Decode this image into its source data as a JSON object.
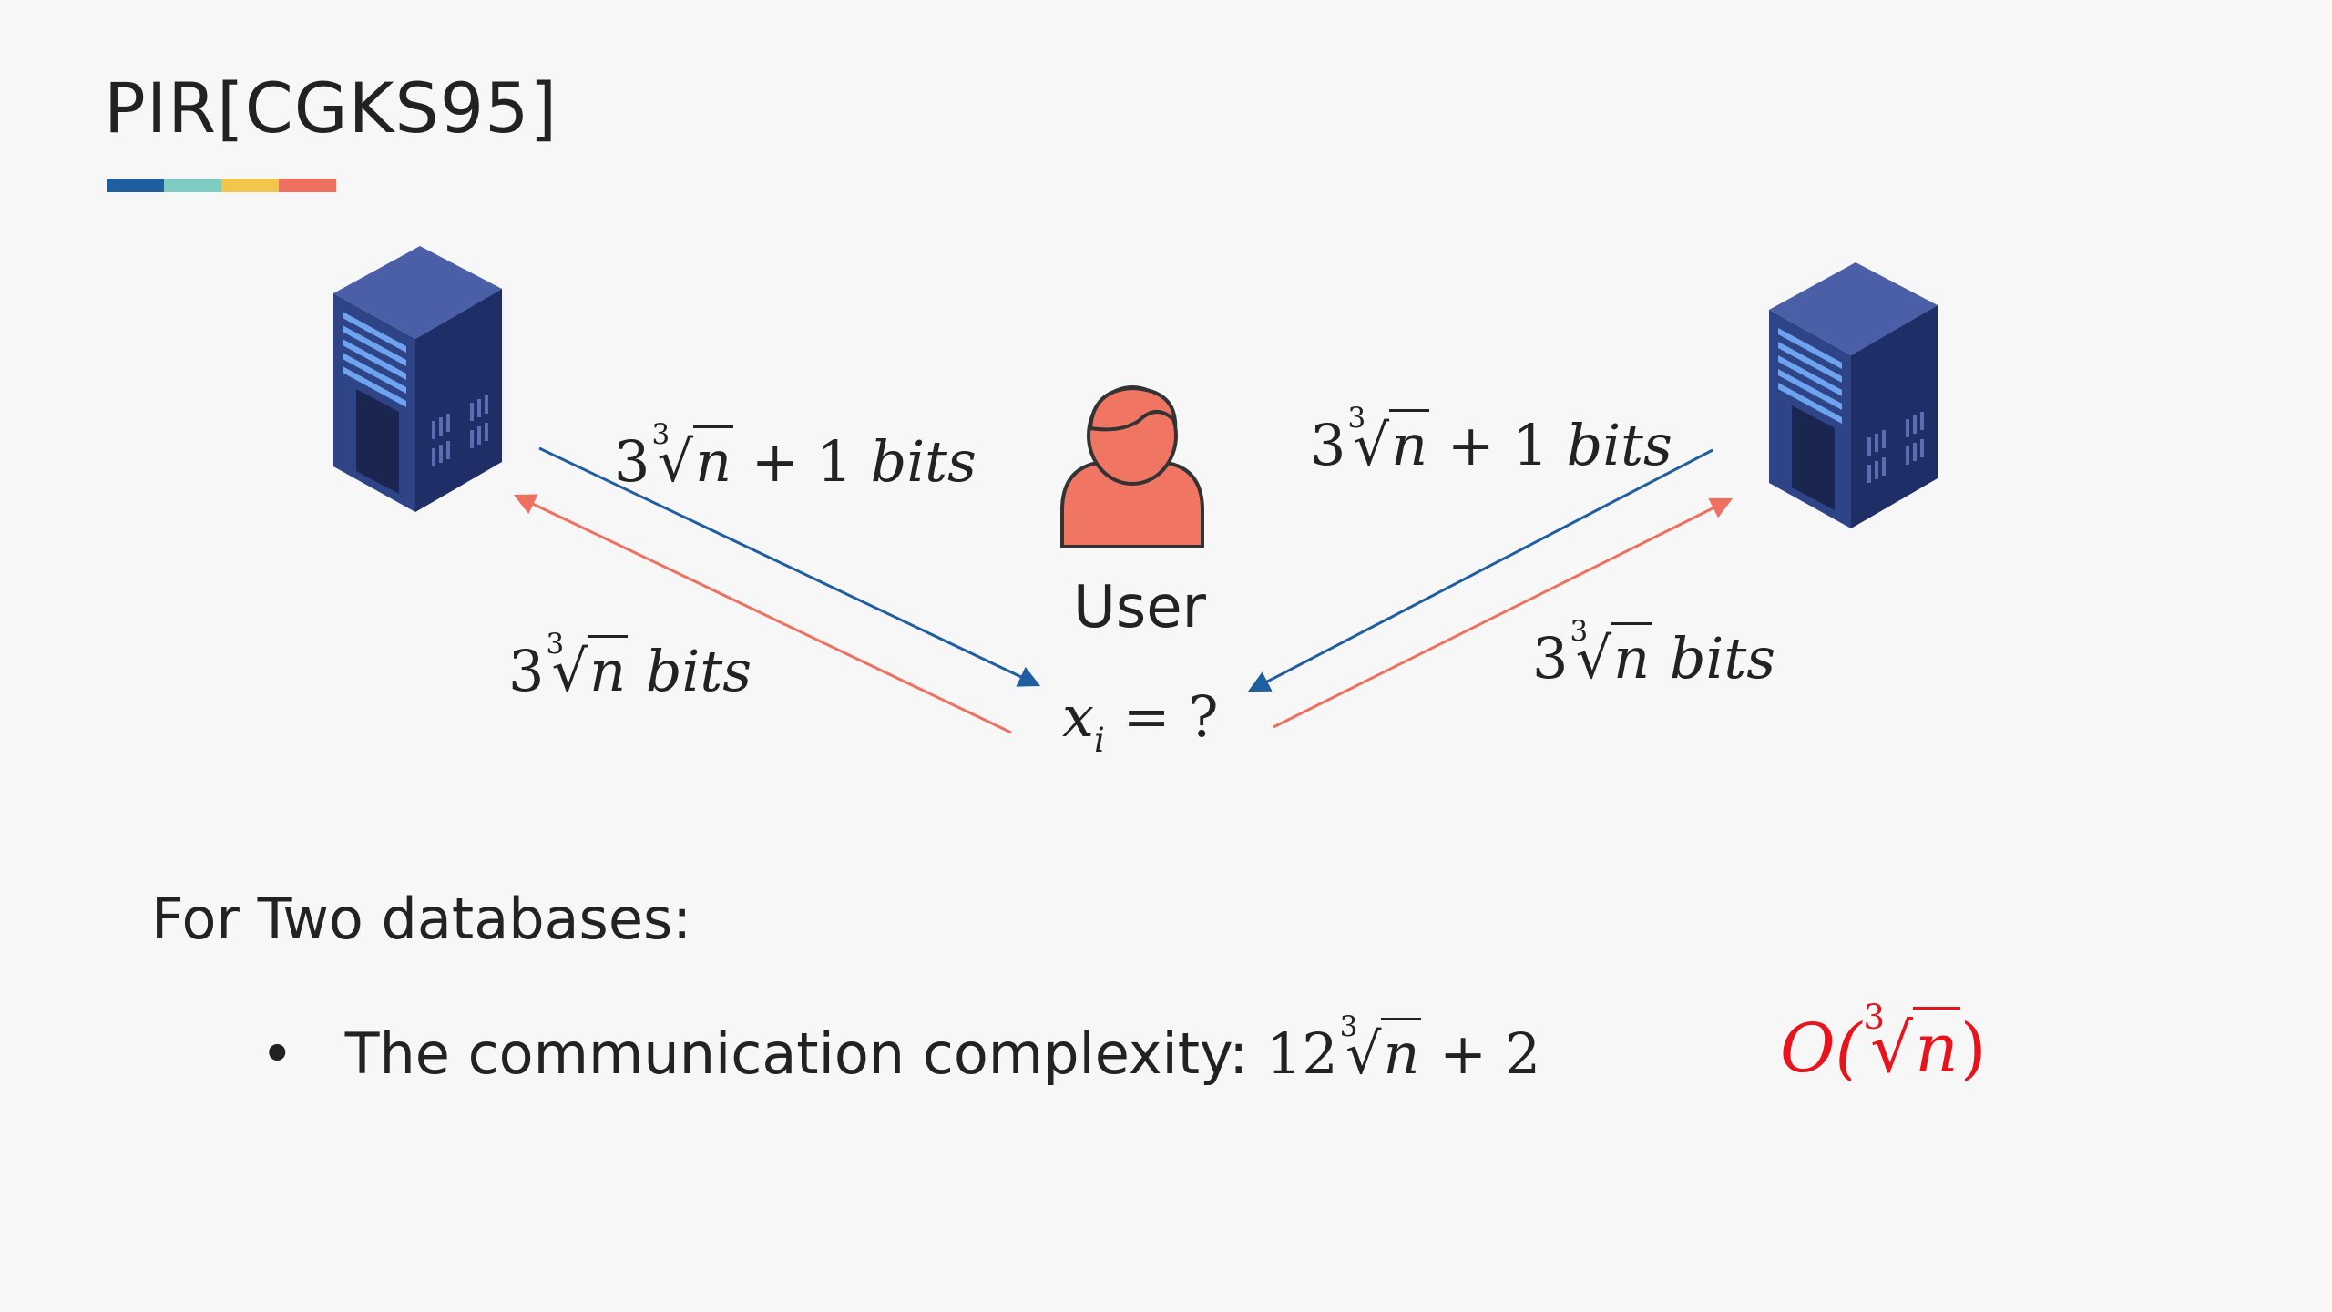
{
  "title": "PIR[CGKS95]",
  "accent_colors": [
    "#1f5fa0",
    "#7ecbc2",
    "#f2c64a",
    "#f0705f"
  ],
  "arrow_colors": {
    "query": "#1f5fa0",
    "answer": "#f0705f"
  },
  "user": {
    "label": "User",
    "icon": "user-icon",
    "icon_color": "#f07563"
  },
  "servers": [
    {
      "icon": "server-icon"
    },
    {
      "icon": "server-icon"
    }
  ],
  "labels": {
    "left_query": {
      "coef": "3",
      "root_index": "3",
      "radicand": "n",
      "suffix_op": " + 1 ",
      "unit": "bits"
    },
    "left_answer": {
      "coef": "3",
      "root_index": "3",
      "radicand": "n",
      "unit": "bits"
    },
    "right_query": {
      "coef": "3",
      "root_index": "3",
      "radicand": "n",
      "suffix_op": " + 1 ",
      "unit": "bits"
    },
    "right_answer": {
      "coef": "3",
      "root_index": "3",
      "radicand": "n",
      "unit": "bits"
    },
    "query_var": "x",
    "query_index": "i",
    "query_rest": " = ?"
  },
  "summary": {
    "heading": "For Two databases:",
    "bullet": "•",
    "text": "The communication complexity: ",
    "formula": {
      "coef": "12",
      "root_index": "3",
      "radicand": "n",
      "suffix": " + 2"
    },
    "big_o": {
      "prefix": "O(",
      "root_index": "3",
      "radicand": "n",
      "suffix": ")",
      "color": "#e8141c"
    }
  }
}
